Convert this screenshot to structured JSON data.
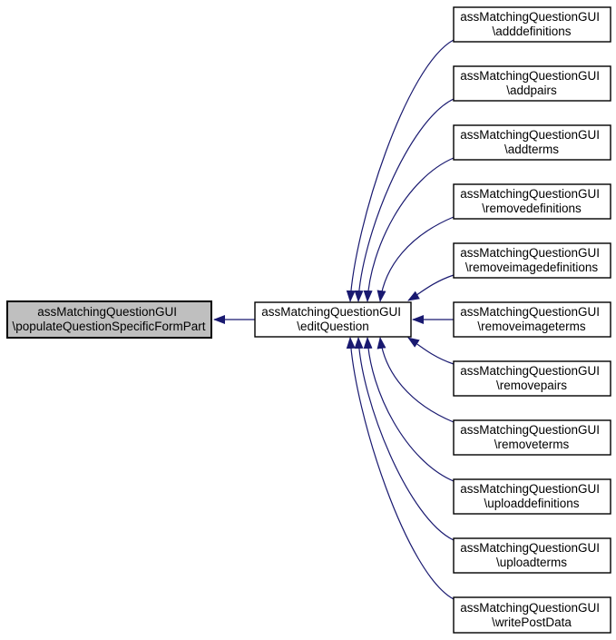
{
  "colors": {
    "edge": "#191970",
    "node_fill": "#ffffff",
    "highlight_fill": "#bfbfbf",
    "border": "#000000"
  },
  "nodes": {
    "focus": {
      "line1": "assMatchingQuestionGUI",
      "line2": "\\populateQuestionSpecificFormPart"
    },
    "center": {
      "line1": "assMatchingQuestionGUI",
      "line2": "\\editQuestion"
    },
    "callers": [
      {
        "line1": "assMatchingQuestionGUI",
        "line2": "\\adddefinitions"
      },
      {
        "line1": "assMatchingQuestionGUI",
        "line2": "\\addpairs"
      },
      {
        "line1": "assMatchingQuestionGUI",
        "line2": "\\addterms"
      },
      {
        "line1": "assMatchingQuestionGUI",
        "line2": "\\removedefinitions"
      },
      {
        "line1": "assMatchingQuestionGUI",
        "line2": "\\removeimagedefinitions"
      },
      {
        "line1": "assMatchingQuestionGUI",
        "line2": "\\removeimageterms"
      },
      {
        "line1": "assMatchingQuestionGUI",
        "line2": "\\removepairs"
      },
      {
        "line1": "assMatchingQuestionGUI",
        "line2": "\\removeterms"
      },
      {
        "line1": "assMatchingQuestionGUI",
        "line2": "\\uploaddefinitions"
      },
      {
        "line1": "assMatchingQuestionGUI",
        "line2": "\\uploadterms"
      },
      {
        "line1": "assMatchingQuestionGUI",
        "line2": "\\writePostData"
      }
    ]
  }
}
